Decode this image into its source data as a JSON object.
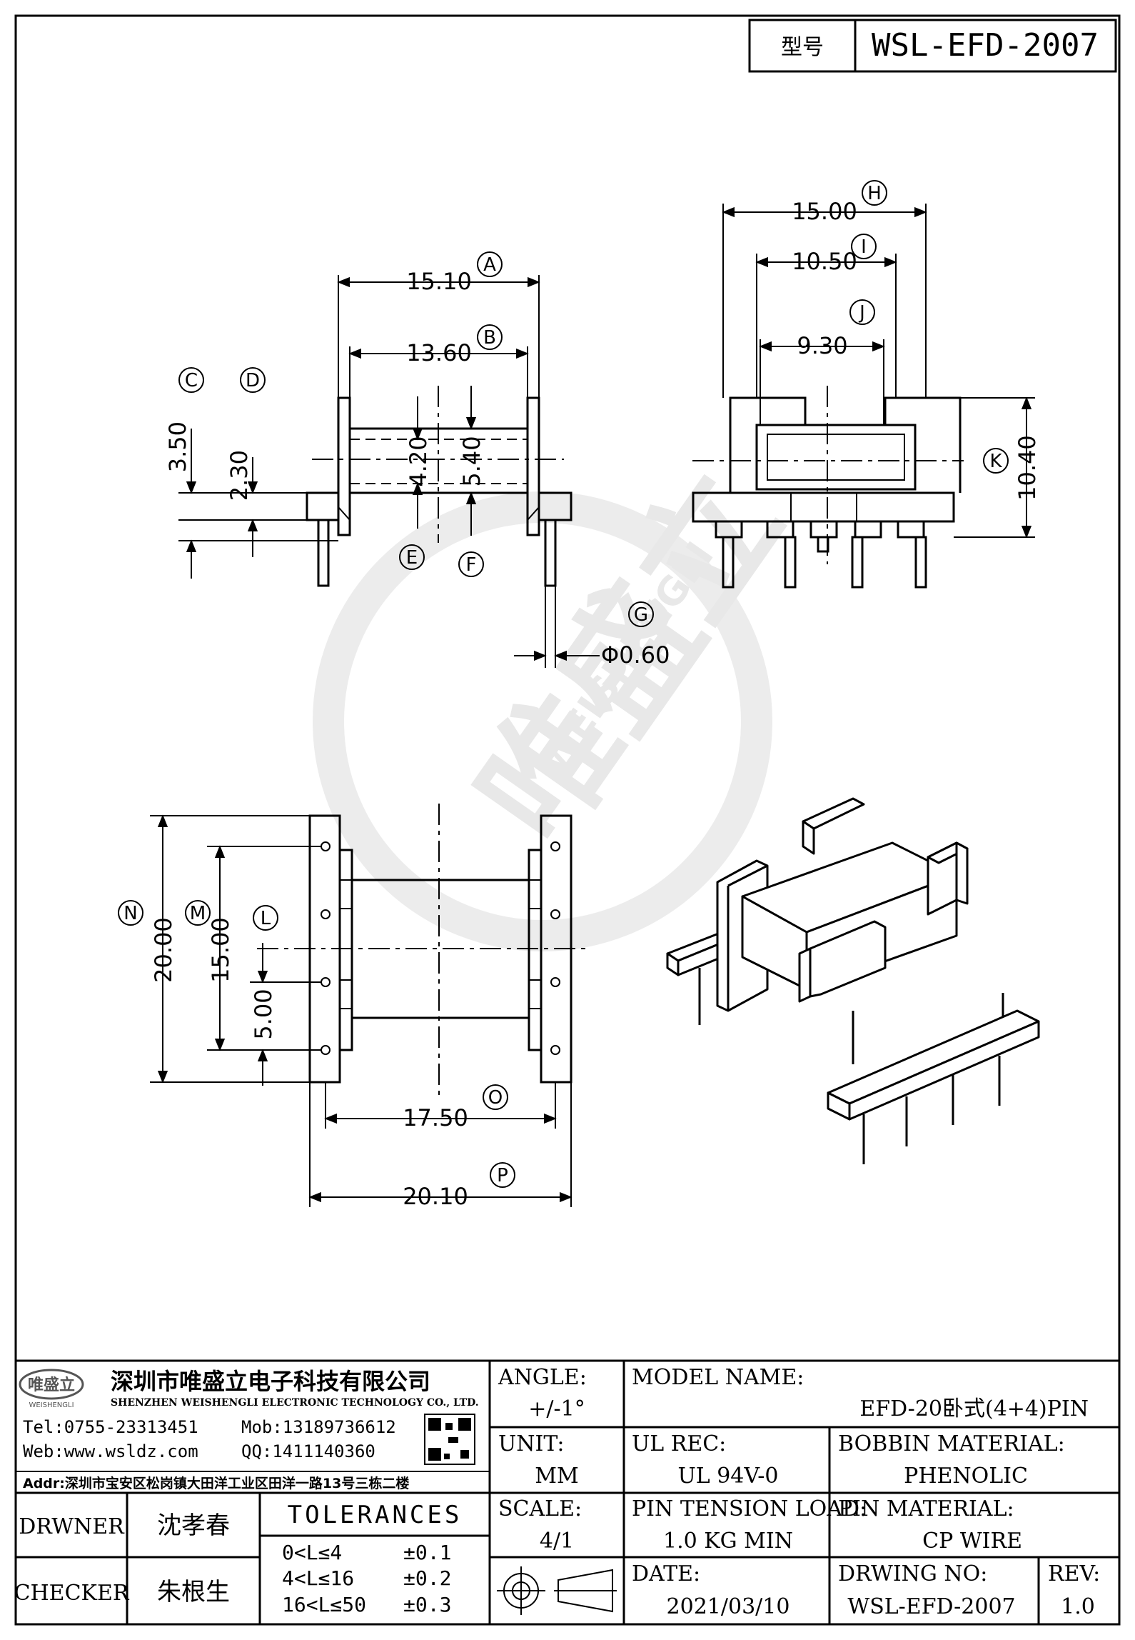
{
  "header": {
    "label": "型号",
    "value": "WSL-EFD-2007"
  },
  "watermark": {
    "cn": "唯盛立",
    "en": "WEISHENGLI"
  },
  "dims": {
    "A": "15.10",
    "B": "13.60",
    "C": "3.50",
    "D": "2.30",
    "E": "4.20",
    "F": "5.40",
    "G": "Φ0.60",
    "H": "15.00",
    "I": "10.50",
    "J": "9.30",
    "K": "10.40",
    "L": "5.00",
    "M": "15.00",
    "N": "20.00",
    "O": "17.50",
    "P": "20.10"
  },
  "circles": [
    "A",
    "B",
    "C",
    "D",
    "E",
    "F",
    "G",
    "H",
    "I",
    "J",
    "K",
    "L",
    "M",
    "N",
    "O",
    "P"
  ],
  "company": {
    "logo_cn": "唯盛立",
    "logo_en": "WEISHENGLI",
    "name_cn": "深圳市唯盛立电子科技有限公司",
    "name_en": "SHENZHEN WEISHENGLI ELECTRONIC TECHNOLOGY CO., LTD.",
    "tel": "Tel:0755-23313451",
    "mob": "Mob:13189736612",
    "web": "Web:www.wsldz.com",
    "qq": "QQ:1411140360",
    "addr": "Addr:深圳市宝安区松岗镇大田洋工业区田洋一路13号三栋二楼"
  },
  "title_block": {
    "angle_label": "ANGLE:",
    "angle_value": "+/-1°",
    "model_label": "MODEL NAME:",
    "model_value": "EFD-20卧式(4+4)PIN",
    "unit_label": "UNIT:",
    "unit_value": "MM",
    "ul_label": "UL REC:",
    "ul_value": "UL 94V-0",
    "bobbin_label": "BOBBIN MATERIAL:",
    "bobbin_value": "PHENOLIC",
    "scale_label": "SCALE:",
    "scale_value": "4/1",
    "pin_tension_label": "PIN TENSION LOAD:",
    "pin_tension_value": "1.0 KG MIN",
    "pin_material_label": "PIN MATERIAL:",
    "pin_material_value": "CP WIRE",
    "date_label": "DATE:",
    "date_value": "2021/03/10",
    "drawing_no_label": "DRWING NO:",
    "drawing_no_value": "WSL-EFD-2007",
    "rev_label": "REV:",
    "rev_value": "1.0",
    "drwner_label": "DRWNER",
    "drwner_value": "沈孝春",
    "checker_label": "CHECKER",
    "checker_value": "朱根生",
    "tolerances_label": "TOLERANCES",
    "tolerances": [
      {
        "range": "0<L≤4",
        "tol": "±0.1"
      },
      {
        "range": "4<L≤16",
        "tol": "±0.2"
      },
      {
        "range": "16<L≤50",
        "tol": "±0.3"
      }
    ]
  }
}
